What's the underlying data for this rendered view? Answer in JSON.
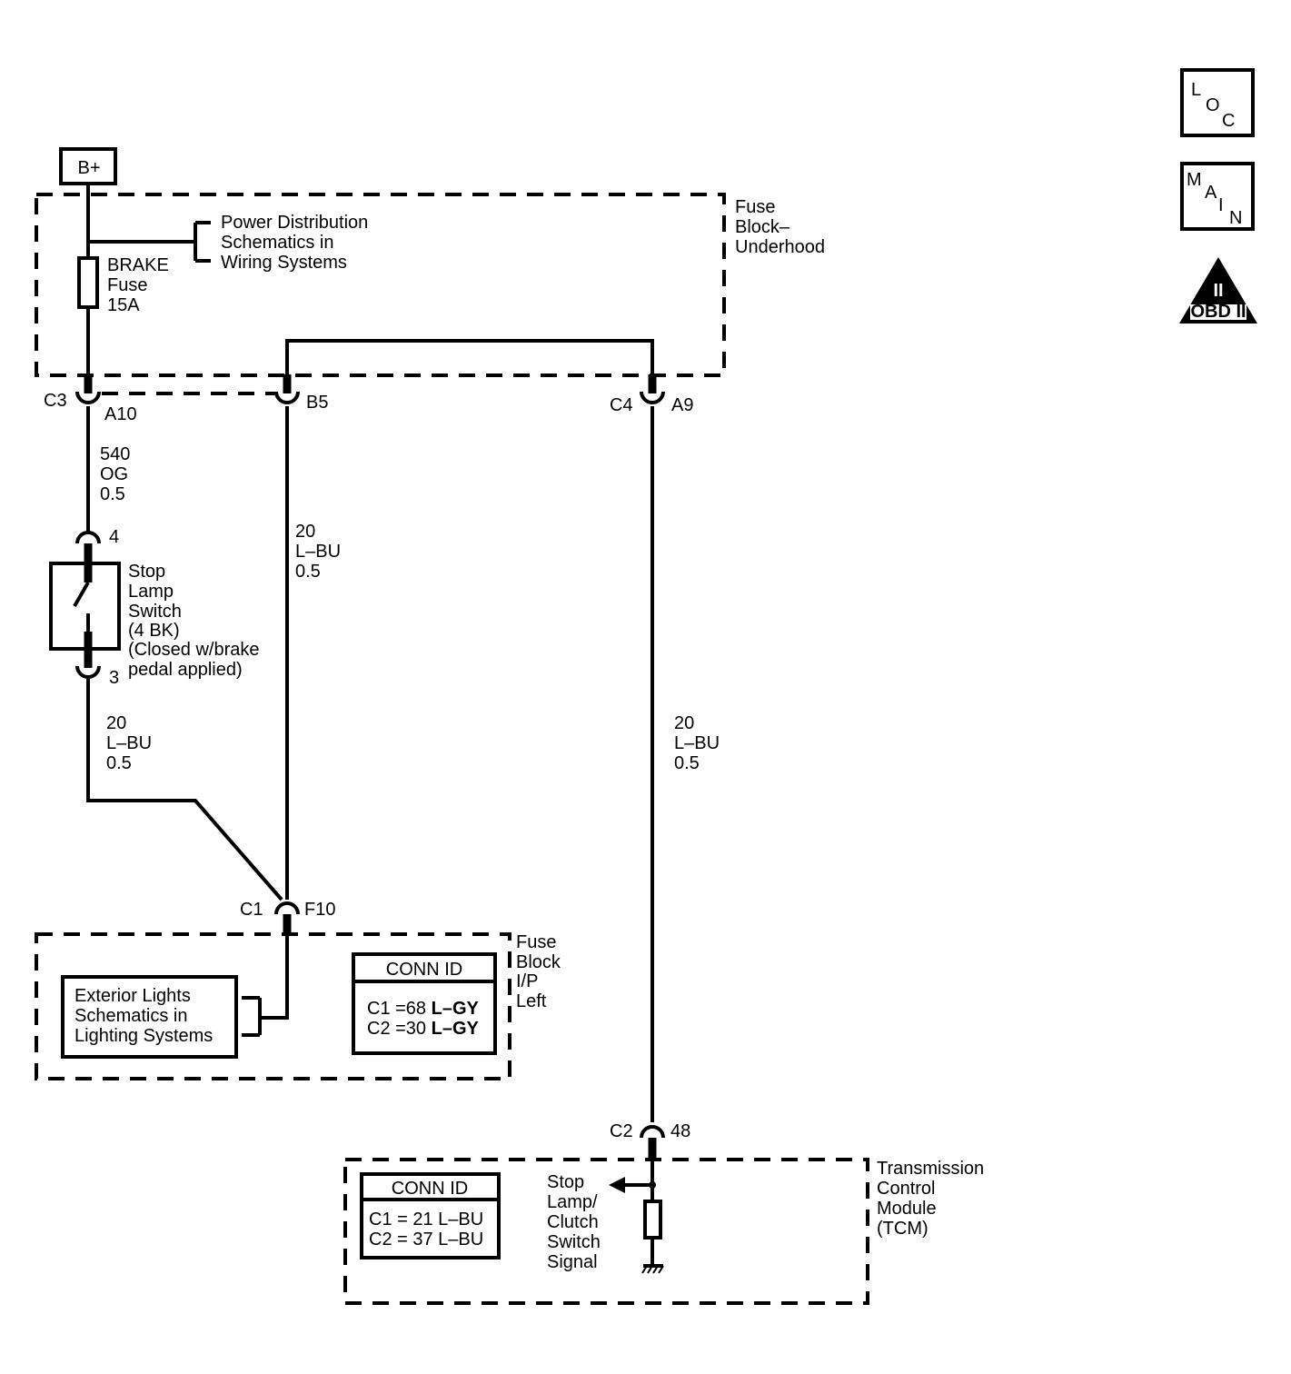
{
  "bplus": "B+",
  "loc_letters": [
    "L",
    "O",
    "C"
  ],
  "main_letters": [
    "M",
    "A",
    "I",
    "N"
  ],
  "obd_numeral": "II",
  "obd_label": "OBD II",
  "fuse_block_underhood": [
    "Fuse",
    "Block–",
    "Underhood"
  ],
  "power_dist": [
    "Power Distribution",
    "Schematics in",
    "Wiring Systems"
  ],
  "brake_fuse": [
    "BRAKE",
    "Fuse",
    "15A"
  ],
  "conn_c3": "C3",
  "pin_a10": "A10",
  "pin_b5": "B5",
  "conn_c4": "C4",
  "pin_a9": "A9",
  "wire_540": [
    "540",
    "OG",
    "0.5"
  ],
  "wire_20_mid": [
    "20",
    "L–BU",
    "0.5"
  ],
  "wire_20_left": [
    "20",
    "L–BU",
    "0.5"
  ],
  "wire_20_right": [
    "20",
    "L–BU",
    "0.5"
  ],
  "pin_4": "4",
  "pin_3": "3",
  "stop_lamp_switch": [
    "Stop",
    "Lamp",
    "Switch",
    "(4 BK)",
    "(Closed w/brake",
    "pedal applied)"
  ],
  "conn_c1": "C1",
  "pin_f10": "F10",
  "fuse_block_ip": [
    "Fuse",
    "Block",
    "I/P",
    "Left"
  ],
  "exterior_lights": [
    "Exterior Lights",
    "Schematics in",
    "Lighting Systems"
  ],
  "conn_id_ip": {
    "title": "CONN ID",
    "c1_prefix": "C1 =68 ",
    "c1_color": "L–GY",
    "c2_prefix": "C2 =30 ",
    "c2_color": "L–GY"
  },
  "conn_c2": "C2",
  "pin_48": "48",
  "tcm_label": [
    "Transmission",
    "Control",
    "Module",
    "(TCM)"
  ],
  "conn_id_tcm": {
    "title": "CONN ID",
    "c1": "C1 = 21 L–BU",
    "c2": "C2 = 37 L–BU"
  },
  "signal_label": [
    "Stop",
    "Lamp/",
    "Clutch",
    "Switch",
    "Signal"
  ]
}
